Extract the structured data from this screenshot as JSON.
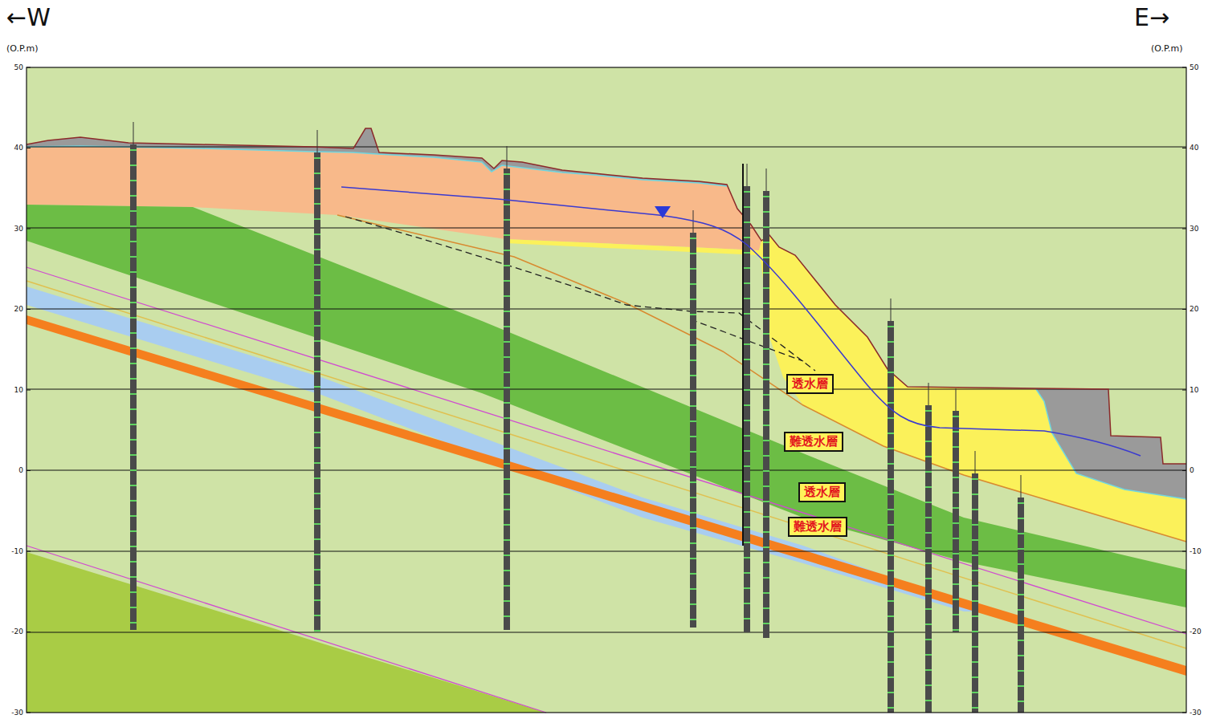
{
  "diagram": {
    "nodes": [
      {
        "text": [
          "透水層"
        ]
      },
      {
        "text": [
          "難透水層"
        ]
      },
      {
        "text": [
          "透水層"
        ]
      },
      {
        "text": [
          "難透水層"
        ]
      }
    ],
    "labels": [
      "←W",
      "E→",
      "(O.P.m)",
      "(O.P.m)",
      "50",
      "40",
      "30",
      "20",
      "10",
      "0",
      "-10",
      "-20",
      "-30",
      "50",
      "40",
      "30",
      "20",
      "10",
      "0",
      "-10",
      "-20",
      "-30"
    ]
  }
}
